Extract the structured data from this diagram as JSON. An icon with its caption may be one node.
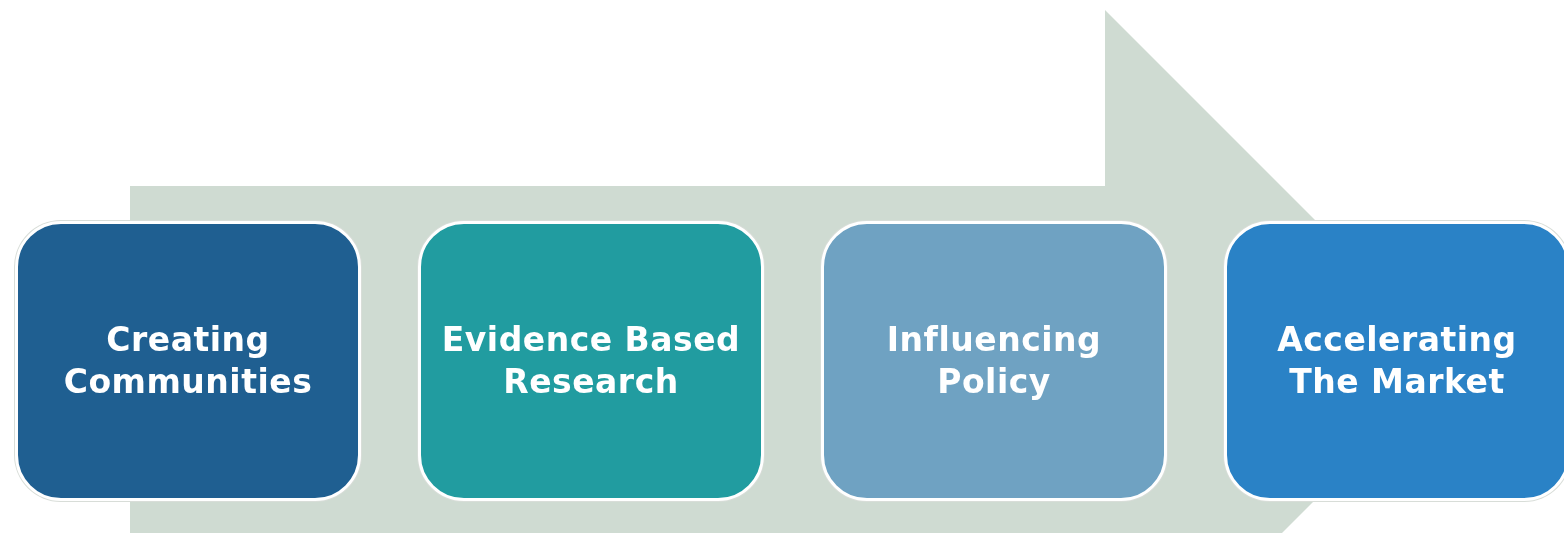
{
  "diagram": {
    "nodes": [
      {
        "text": [
          "Creating Communities"
        ]
      },
      {
        "text": [
          "Evidence Based Research"
        ]
      },
      {
        "text": [
          "Influencing Policy"
        ]
      },
      {
        "text": [
          "Accelerating The Market"
        ]
      }
    ],
    "edges": []
  }
}
